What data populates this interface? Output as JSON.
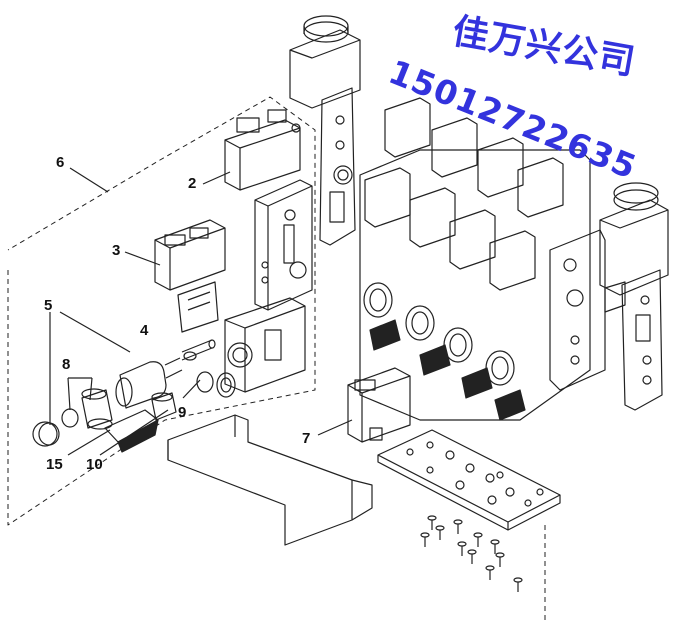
{
  "callouts": [
    {
      "id": "c1",
      "text": "6"
    },
    {
      "id": "c2",
      "text": "2"
    },
    {
      "id": "c3",
      "text": "3"
    },
    {
      "id": "c4",
      "text": "5"
    },
    {
      "id": "c5",
      "text": "4"
    },
    {
      "id": "c6",
      "text": "8"
    },
    {
      "id": "c7",
      "text": "9"
    },
    {
      "id": "c8",
      "text": "15"
    },
    {
      "id": "c9",
      "text": "10"
    },
    {
      "id": "c10",
      "text": "7"
    }
  ],
  "watermark": {
    "company": "佳万兴公司",
    "phone": "15012722635"
  },
  "colors": {
    "line": "#222222",
    "watermark": "#3333dd",
    "background": "#ffffff"
  }
}
